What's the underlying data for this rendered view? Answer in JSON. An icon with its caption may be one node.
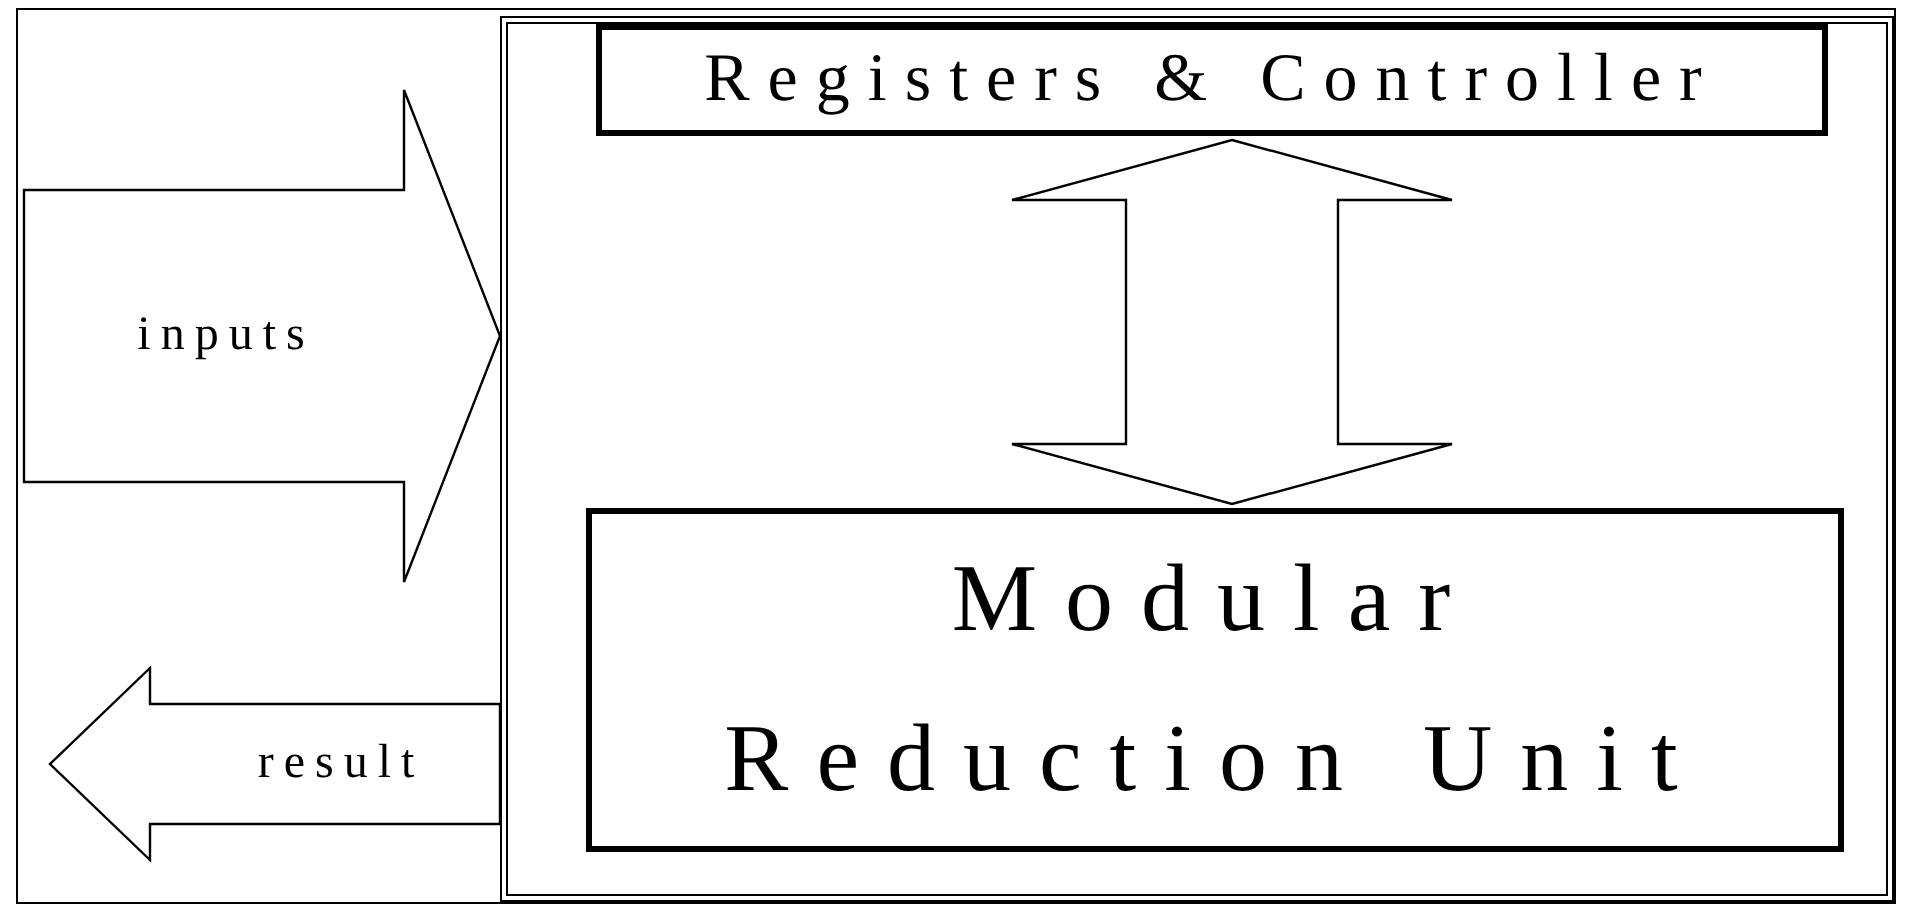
{
  "diagram": {
    "nodes": [
      {
        "text": [],
        "shape": "box"
      },
      {
        "text": [
          "Registers & Controller"
        ],
        "in": 0
      },
      {
        "text": [
          "Modular Reduction Unit"
        ],
        "in": 0
      }
    ],
    "edges": [
      {
        "from": null,
        "to": 0,
        "arrow": "to",
        "label": "inputs"
      },
      {
        "from": 0,
        "to": null,
        "arrow": "to",
        "label": "result"
      },
      {
        "from": 1,
        "to": 2,
        "arrow": "both"
      }
    ]
  }
}
